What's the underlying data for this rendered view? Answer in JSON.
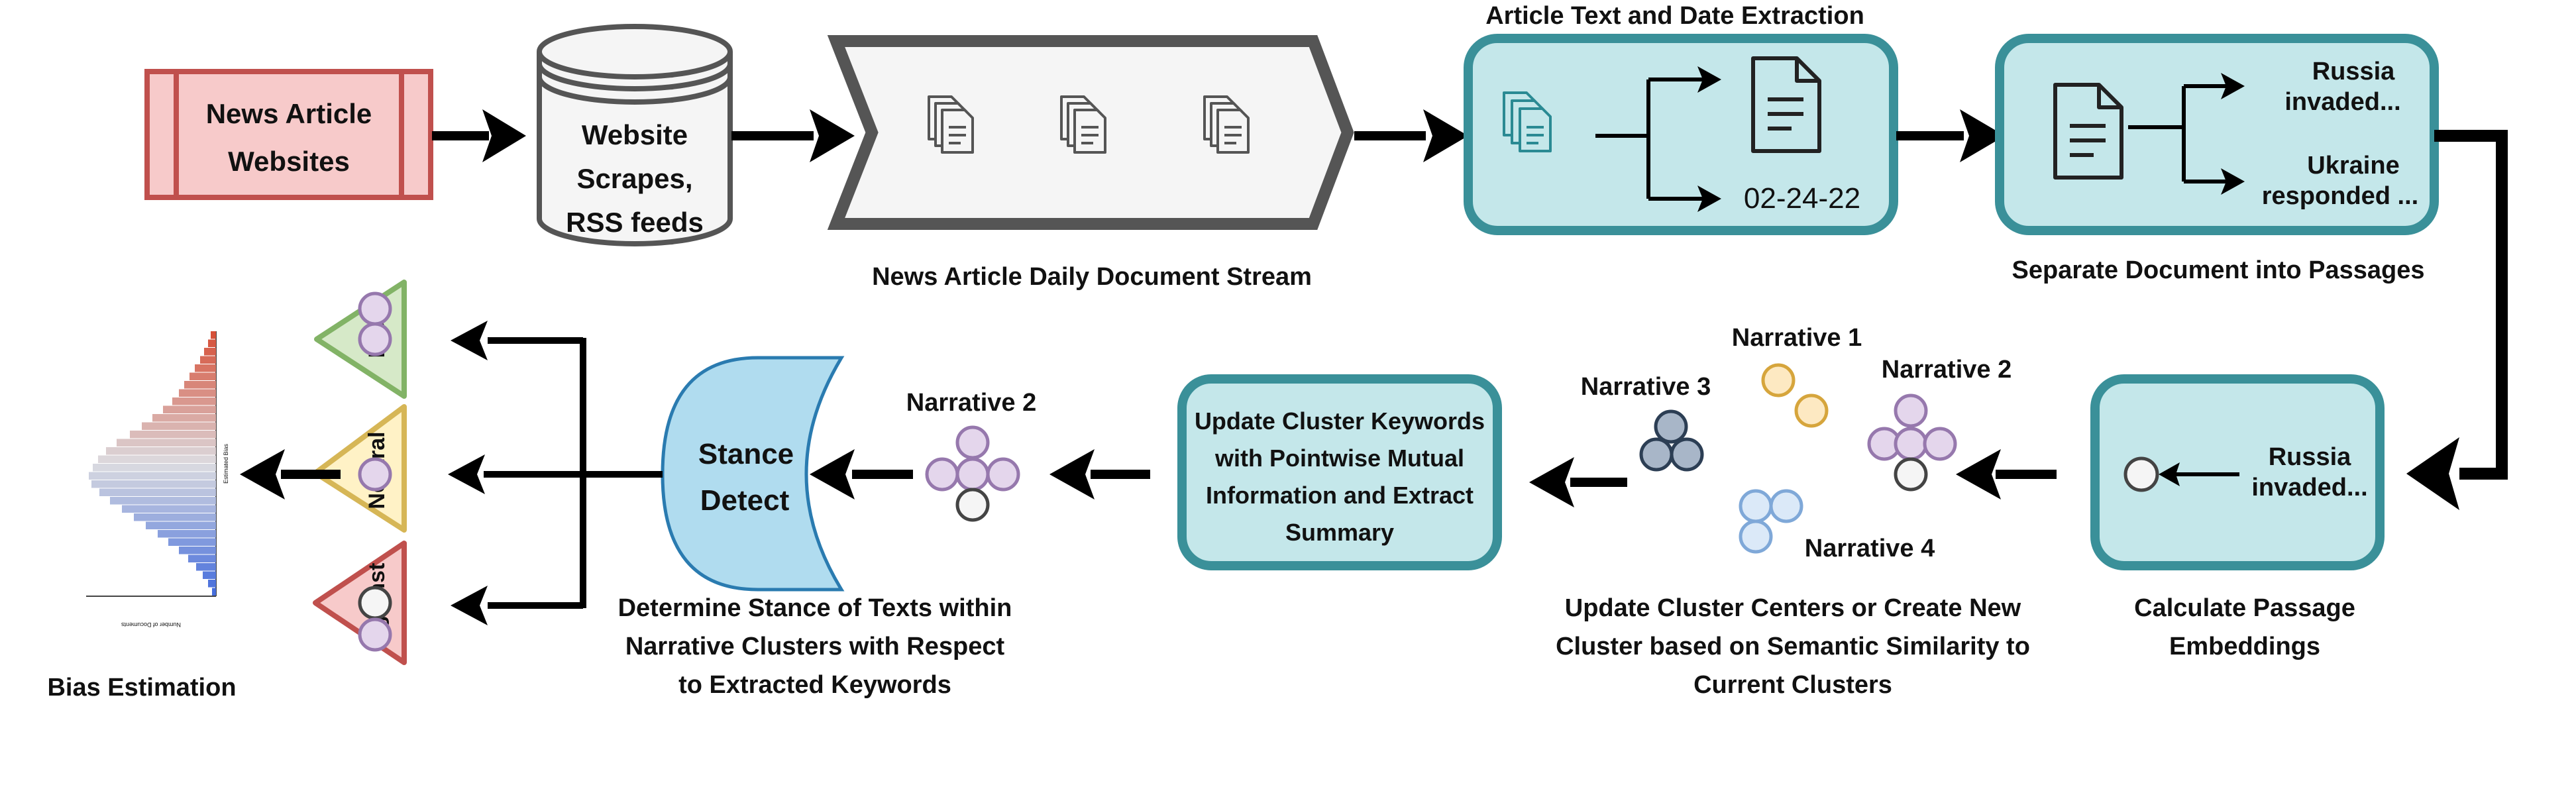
{
  "source": {
    "line1": "News Article",
    "line2": "Websites"
  },
  "scrapes": {
    "line1": "Website",
    "line2": "Scrapes,",
    "line3": "RSS feeds"
  },
  "stream": {
    "caption": "News Article Daily Document Stream"
  },
  "extraction": {
    "title": "Article Text and Date Extraction",
    "date": "02-24-22"
  },
  "passages": {
    "p1_line1": "Russia",
    "p1_line2": "invaded...",
    "p2_line1": "Ukraine",
    "p2_line2": "responded ...",
    "caption": "Separate Document into Passages"
  },
  "embeddings": {
    "text_line1": "Russia",
    "text_line2": "invaded...",
    "caption_line1": "Calculate Passage",
    "caption_line2": "Embeddings"
  },
  "clustering": {
    "narrative1": "Narrative 1",
    "narrative2": "Narrative 2",
    "narrative3": "Narrative 3",
    "narrative4": "Narrative 4",
    "caption_line1": "Update Cluster Centers or Create New",
    "caption_line2": "Cluster based on Semantic Similarity to",
    "caption_line3": "Current Clusters"
  },
  "keywords": {
    "line1": "Update Cluster Keywords",
    "line2": "with Pointwise Mutual",
    "line3": "Information and Extract",
    "line4": "Summary"
  },
  "selected_narrative": "Narrative 2",
  "stance": {
    "line1": "Stance",
    "line2": "Detect",
    "caption_line1": "Determine Stance of Texts within",
    "caption_line2": "Narrative Clusters with Respect",
    "caption_line3": "to Extracted Keywords",
    "pro": "Pro",
    "neutral": "Neutral",
    "against": "Against"
  },
  "bias": {
    "caption": "Bias Estimation",
    "axis_x_label": "Number of Documents",
    "axis_y_label": "Estimated Bias"
  },
  "colors": {
    "teal_fill": "#c4e7ea",
    "teal_stroke": "#3a9099",
    "red_fill": "#f7caca",
    "red_stroke": "#c0504d",
    "stream_fill": "#f5f5f5",
    "stream_stroke": "#555555",
    "stance_fill": "#b0dcef",
    "stance_stroke": "#2a7bb0",
    "purple_fill": "#e4d6ec",
    "purple_stroke": "#9678ad",
    "gold_fill": "#fde9c2",
    "gold_stroke": "#d6a53c",
    "navy_fill": "#a8b6c8",
    "navy_stroke": "#2c3e54",
    "blue_fill": "#dbe9f8",
    "blue_stroke": "#7fa8d8",
    "green_fill": "#d6e9c8",
    "green_stroke": "#82b366",
    "yellow_fill": "#fff2c6",
    "yellow_stroke": "#d6b656"
  }
}
